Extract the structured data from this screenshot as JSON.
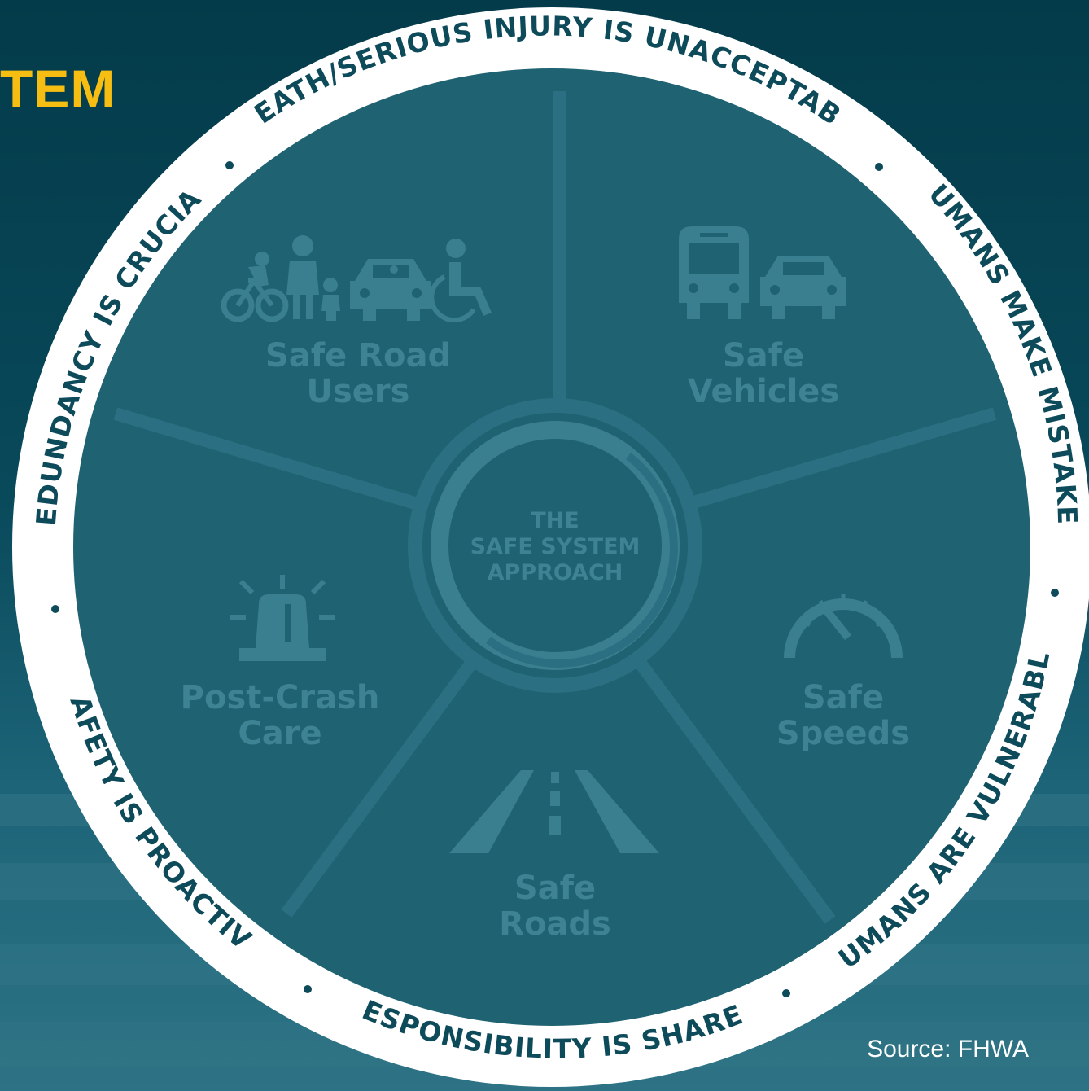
{
  "header": {
    "title_fragment": "TEM"
  },
  "source": "Source: FHWA",
  "diagram": {
    "center": [
      "THE",
      "SAFE SYSTEM",
      "APPROACH"
    ],
    "segments": {
      "road_users": [
        "Safe Road",
        "Users"
      ],
      "vehicles": [
        "Safe",
        "Vehicles"
      ],
      "speeds": [
        "Safe",
        "Speeds"
      ],
      "roads": [
        "Safe",
        "Roads"
      ],
      "post_crash": [
        "Post-Crash",
        "Care"
      ]
    },
    "principles": {
      "death_injury": "DEATH/SERIOUS INJURY IS UNACCEPTABLE",
      "humans_mistakes": "HUMANS MAKE MISTAKES",
      "humans_vulnerable": "HUMANS ARE VULNERABLE",
      "responsibility": "RESPONSIBILITY IS SHARED",
      "safety_proactive": "SAFETY IS PROACTIVE",
      "redundancy": "REDUNDANCY IS CRUCIAL"
    },
    "icons": [
      "bicycle-icon",
      "pedestrian-adult-child-icon",
      "car-icon",
      "wheelchair-icon",
      "bus-icon",
      "speedometer-icon",
      "road-icon",
      "emergency-beacon-icon"
    ],
    "colors": {
      "background": "#043b4a",
      "ring": "#ffffff",
      "wheel": "#1f6272",
      "spokes": "#2a7082",
      "muted_text": "#3d8393",
      "ring_text": "#0d4a5a",
      "title_accent": "#f6be12"
    }
  }
}
